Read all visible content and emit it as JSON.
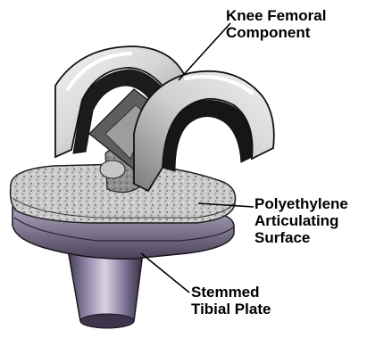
{
  "labels": {
    "femoral": {
      "line1": "Knee Femoral",
      "line2": "Component"
    },
    "polyethylene": {
      "line1": "Polyethylene",
      "line2": "Articulating",
      "line3": "Surface"
    },
    "tibial": {
      "line1": "Stemmed",
      "line2": "Tibial Plate"
    }
  },
  "colors": {
    "ink": "#000000",
    "metal_light": "#e8e8e8",
    "metal_mid": "#9a9a9a",
    "metal_dark": "#2a2a2a",
    "poly_speckle": "#bfbfbf",
    "stem_purple": "#8a7da0"
  }
}
